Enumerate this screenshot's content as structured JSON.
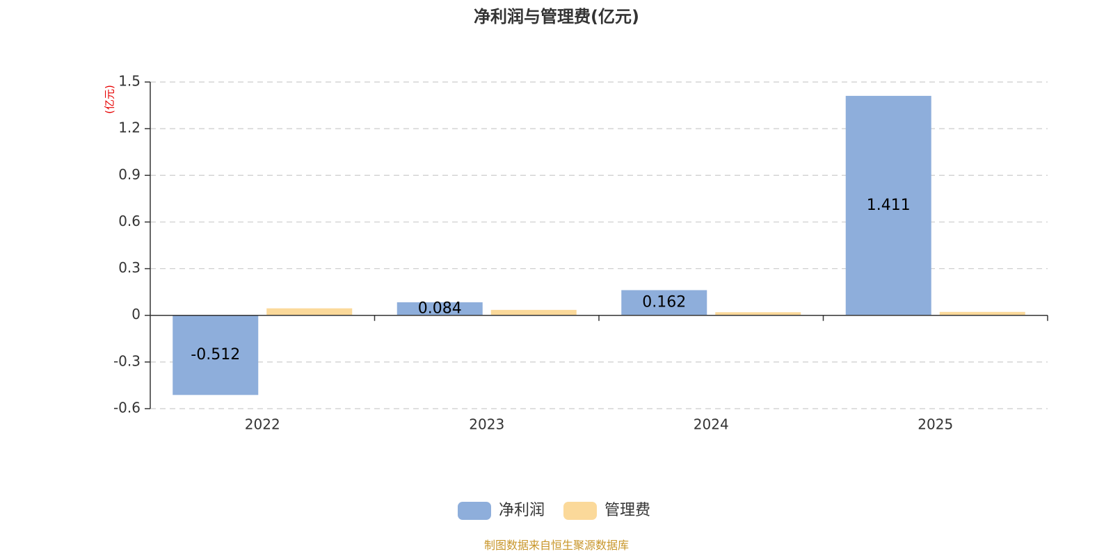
{
  "chart_data": {
    "type": "bar",
    "title": "净利润与管理费(亿元)",
    "unit_label": "(亿元)",
    "categories": [
      "2022",
      "2023",
      "2024",
      "2025"
    ],
    "series": [
      {
        "name": "净利润",
        "values": [
          -0.512,
          0.084,
          0.162,
          1.411
        ],
        "color": "#8eaedb",
        "show_labels": true
      },
      {
        "name": "管理费",
        "values": [
          0.045,
          0.035,
          0.02,
          0.022
        ],
        "color": "#fbd99a",
        "show_labels": false
      }
    ],
    "ylim": [
      -0.6,
      1.5
    ],
    "yticks": [
      -0.6,
      -0.3,
      0,
      0.3,
      0.6,
      0.9,
      1.2,
      1.5
    ],
    "ytick_labels": [
      "-0.6",
      "-0.3",
      "0",
      "0.3",
      "0.6",
      "0.9",
      "1.2",
      "1.5"
    ],
    "grid": true,
    "legend_position": "bottom-center",
    "source_text": "制图数据来自恒生聚源数据库"
  }
}
